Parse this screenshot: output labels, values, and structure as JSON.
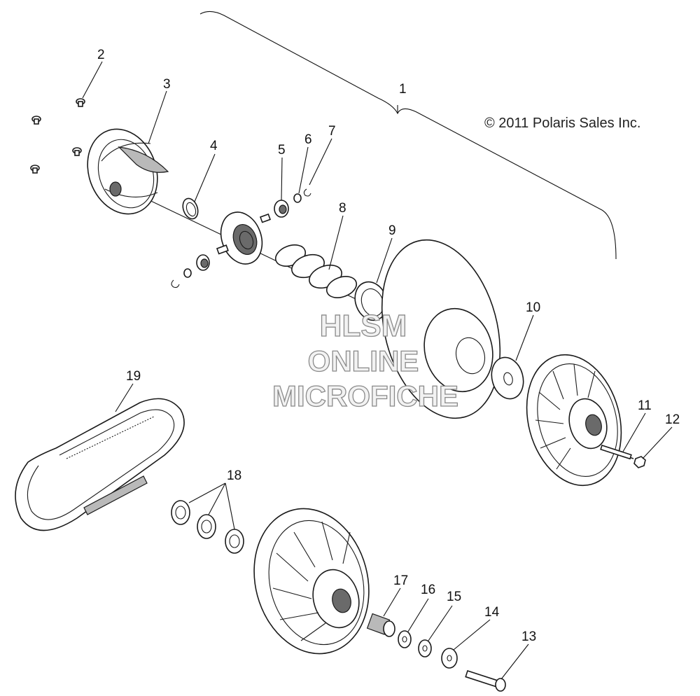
{
  "copyright": "© 2011 Polaris Sales Inc.",
  "watermark": {
    "line1": "HLSM",
    "line2": "ONLINE",
    "line3": "MICROFICHE"
  },
  "callouts": {
    "c1": "1",
    "c2": "2",
    "c3": "3",
    "c4": "4",
    "c5": "5",
    "c6": "6",
    "c7": "7",
    "c8": "8",
    "c9": "9",
    "c10": "10",
    "c11": "11",
    "c12": "12",
    "c13": "13",
    "c14": "14",
    "c15": "15",
    "c16": "16",
    "c17": "17",
    "c18": "18",
    "c19": "19"
  }
}
